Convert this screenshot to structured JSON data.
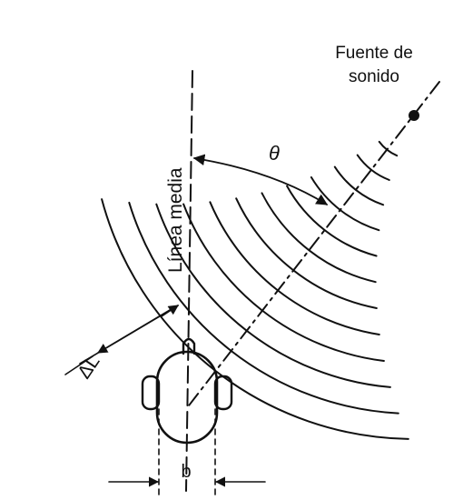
{
  "labels": {
    "source_line1": "Fuente de",
    "source_line2": "sonido",
    "theta": "θ",
    "midline": "Línea media",
    "delta_l": "ΔL",
    "b": "b"
  },
  "colors": {
    "ink": "#111111",
    "background": "#ffffff"
  },
  "wavefront_count": 12
}
